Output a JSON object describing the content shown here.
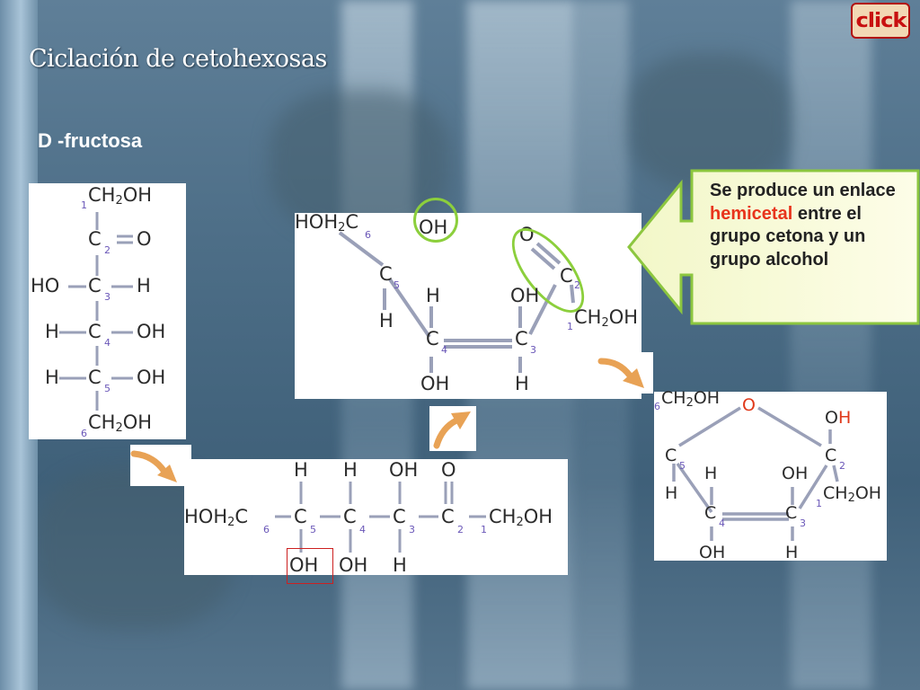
{
  "slide": {
    "title": "Ciclación de cetohexosas",
    "subtitle": "D -fructosa",
    "click_label": "click"
  },
  "callout": {
    "part1": "Se produce un enlace ",
    "highlight": "hemicetal",
    "part2": " entre el grupo cetona y un grupo alcohol"
  },
  "fischer": {
    "c1": [
      [
        "CH",
        ""
      ],
      [
        "2",
        1
      ],
      [
        "OH",
        ""
      ]
    ],
    "c2": [
      [
        "C",
        ""
      ]
    ],
    "c2_o": [
      [
        "O",
        ""
      ]
    ],
    "c3_left": [
      [
        "HO",
        ""
      ]
    ],
    "c3": [
      [
        "C",
        ""
      ]
    ],
    "c3_right": [
      [
        "H",
        ""
      ]
    ],
    "c4_left": [
      [
        "H",
        ""
      ]
    ],
    "c4": [
      [
        "C",
        ""
      ]
    ],
    "c4_right": [
      [
        "OH",
        ""
      ]
    ],
    "c5_left": [
      [
        "H",
        ""
      ]
    ],
    "c5": [
      [
        "C",
        ""
      ]
    ],
    "c5_right": [
      [
        "OH",
        ""
      ]
    ],
    "c6": [
      [
        "CH",
        ""
      ],
      [
        "2",
        1
      ],
      [
        "OH",
        ""
      ]
    ],
    "nums": [
      "1",
      "2",
      "3",
      "4",
      "5",
      "6"
    ]
  },
  "linear": {
    "start": [
      [
        "HOH",
        ""
      ],
      [
        "2",
        1
      ],
      [
        "C",
        ""
      ]
    ],
    "c5": [
      [
        "C",
        ""
      ]
    ],
    "c4": [
      [
        "C",
        ""
      ]
    ],
    "c3": [
      [
        "C",
        ""
      ]
    ],
    "c2": [
      [
        "C",
        ""
      ]
    ],
    "end": [
      [
        "CH",
        ""
      ],
      [
        "2",
        1
      ],
      [
        "OH",
        ""
      ]
    ],
    "top_c5": "H",
    "top_c4": "H",
    "top_c3": "OH",
    "top_c2": "O",
    "bot_c5": "OH",
    "bot_c4": "OH",
    "bot_c3": "H",
    "nums": [
      "6",
      "5",
      "4",
      "3",
      "2",
      "1"
    ]
  },
  "bent": {
    "c6": [
      [
        "HOH",
        ""
      ],
      [
        "2",
        1
      ],
      [
        "C",
        ""
      ]
    ],
    "oh5": "OH",
    "o2": "O",
    "c2": "C",
    "c5": "C",
    "h5": "H",
    "h4": "H",
    "oh3": "OH",
    "c1": [
      [
        "CH",
        ""
      ],
      [
        "2",
        1
      ],
      [
        "OH",
        ""
      ]
    ],
    "c4": "C",
    "c3": "C",
    "oh4": "OH",
    "h3": "H",
    "nums": [
      "6",
      "5",
      "2",
      "4",
      "3",
      "1"
    ]
  },
  "ring": {
    "c6": [
      [
        "CH",
        ""
      ],
      [
        "2",
        1
      ],
      [
        "OH",
        ""
      ]
    ],
    "o": "O",
    "oh_o": "O",
    "oh_h": "H",
    "c5": "C",
    "c2": "C",
    "h5": "H",
    "h4": "H",
    "oh3": "OH",
    "c1": [
      [
        "CH",
        ""
      ],
      [
        "2",
        1
      ],
      [
        "OH",
        ""
      ]
    ],
    "c4": "C",
    "c3": "C",
    "oh4": "OH",
    "h3": "H",
    "nums": [
      "6",
      "5",
      "2",
      "4",
      "3",
      "1"
    ]
  },
  "colors": {
    "green_highlight": "#8ccf3c",
    "red_box": "#cc2020",
    "arrow_orange": "#e8a255",
    "callout_fill": "#fdfde0",
    "callout_border": "#8cc63f"
  }
}
